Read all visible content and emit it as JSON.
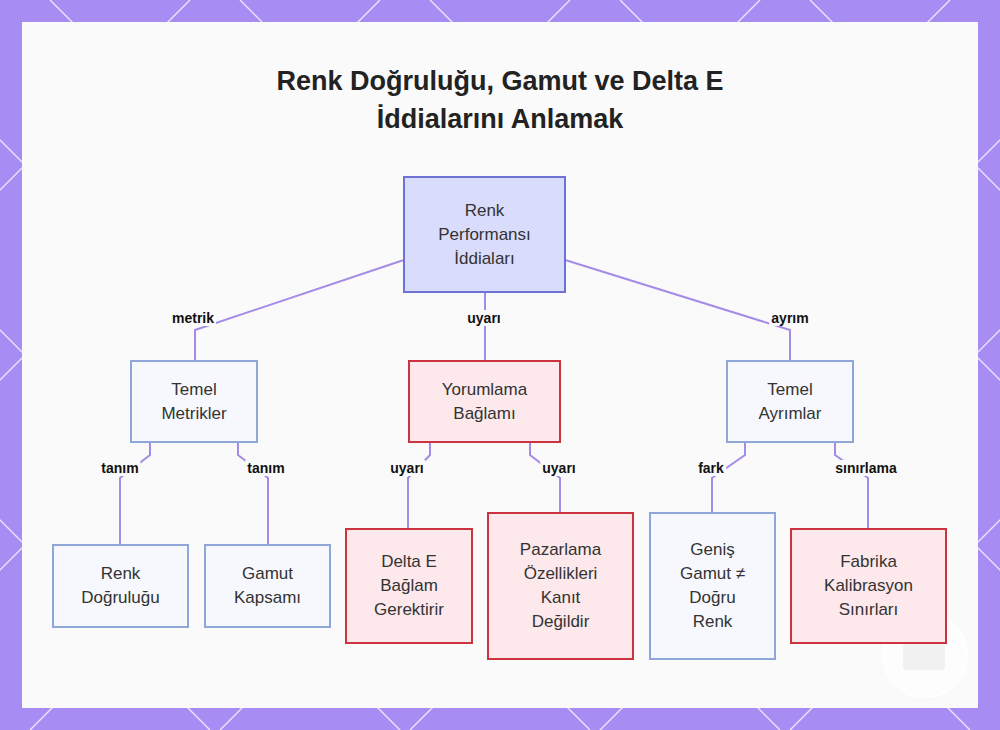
{
  "diagram": {
    "title": "Renk Doğruluğu, Gamut ve Delta E İddialarını Anlamak",
    "nodes": [
      {
        "text": [
          "Renk Performansı İddiaları"
        ]
      },
      {
        "text": [
          "Temel Metrikler"
        ]
      },
      {
        "text": [
          "Yorumlama Bağlamı"
        ]
      },
      {
        "text": [
          "Temel Ayrımlar"
        ]
      },
      {
        "text": [
          "Renk Doğruluğu"
        ]
      },
      {
        "text": [
          "Gamut Kapsamı"
        ]
      },
      {
        "text": [
          "Delta E Bağlam Gerektirir"
        ]
      },
      {
        "text": [
          "Pazarlama Özellikleri Kanıt Değildir"
        ]
      },
      {
        "text": [
          "Geniş Gamut ≠ Doğru Renk"
        ]
      },
      {
        "text": [
          "Fabrika Kalibrasyon Sınırları"
        ]
      }
    ],
    "edges": [
      {
        "from": 0,
        "to": 1,
        "label": "metrik",
        "arrow": "none"
      },
      {
        "from": 0,
        "to": 2,
        "label": "uyarı",
        "arrow": "none"
      },
      {
        "from": 0,
        "to": 3,
        "label": "ayrım",
        "arrow": "none"
      },
      {
        "from": 1,
        "to": 4,
        "label": "tanım",
        "arrow": "none"
      },
      {
        "from": 1,
        "to": 5,
        "label": "tanım",
        "arrow": "none"
      },
      {
        "from": 2,
        "to": 6,
        "label": "uyarı",
        "arrow": "none"
      },
      {
        "from": 2,
        "to": 7,
        "label": "uyarı",
        "arrow": "none"
      },
      {
        "from": 3,
        "to": 8,
        "label": "fark",
        "arrow": "none"
      },
      {
        "from": 3,
        "to": 9,
        "label": "sınırlama",
        "arrow": "none"
      }
    ]
  }
}
